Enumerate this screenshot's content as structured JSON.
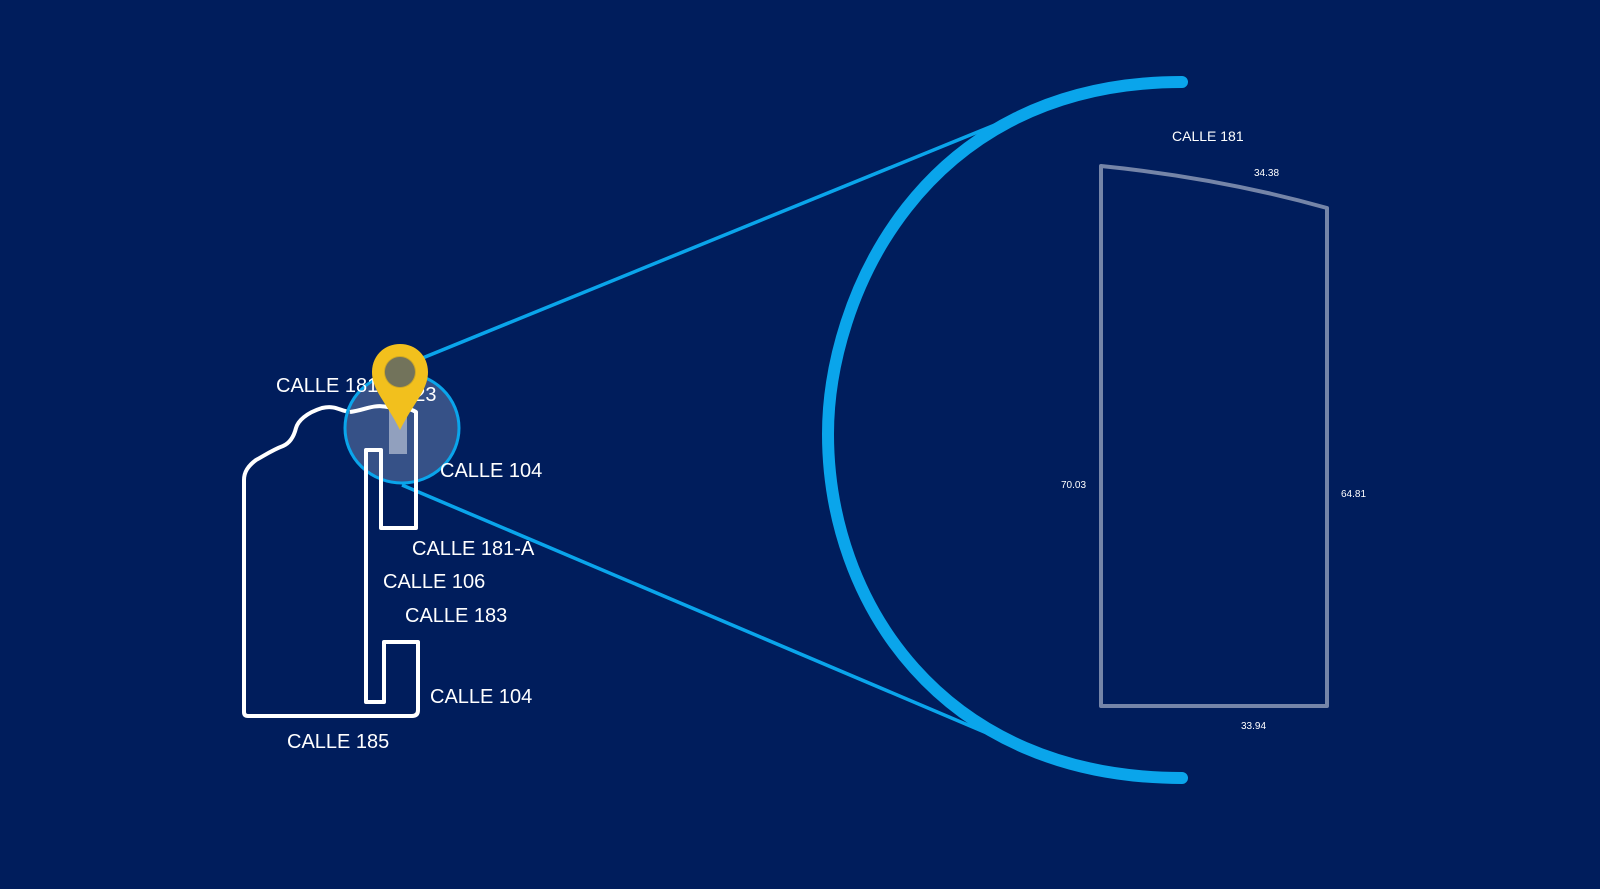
{
  "colors": {
    "background": "#001d5c",
    "outline": "#ffffff",
    "accent": "#0aa5eb",
    "pin": "#f2c01d",
    "lot_outline": "#7585a8",
    "lens_fill": "#3f5a8e"
  },
  "location_pin": {
    "icon": "map-pin-icon",
    "lot_number": "1523"
  },
  "map_streets": {
    "calle_181": "CALLE 181",
    "calle_104_top": "CALLE 104",
    "calle_181a": "CALLE 181-A",
    "calle_106": "CALLE 106",
    "calle_183": "CALLE 183",
    "calle_104_bottom": "CALLE 104",
    "calle_185": "CALLE 185"
  },
  "lot_detail": {
    "street": "CALLE 181",
    "dimensions": {
      "top": "34.38",
      "left": "70.03",
      "right": "64.81",
      "bottom": "33.94"
    }
  }
}
